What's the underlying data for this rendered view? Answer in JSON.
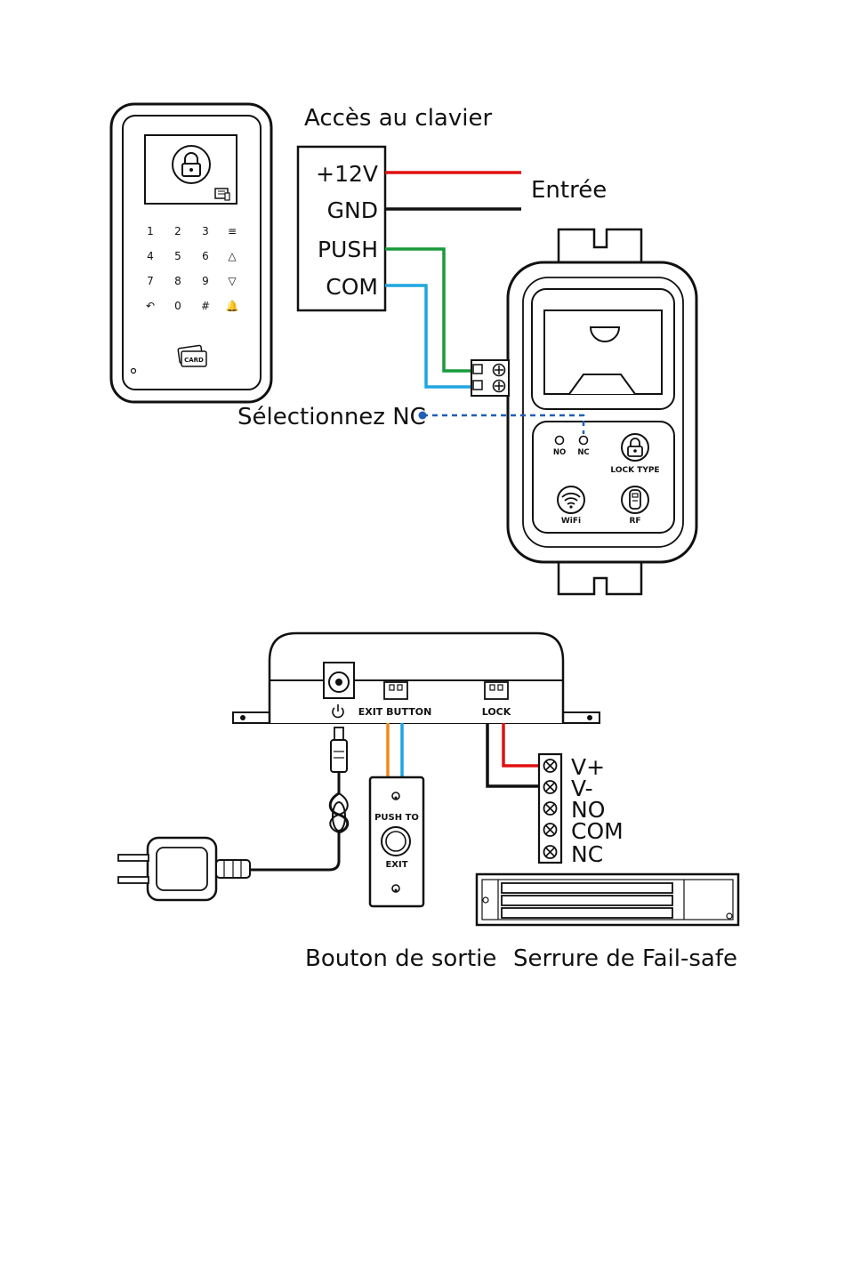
{
  "top": {
    "keypad_title": "Accès au clavier",
    "input_label": "Entrée",
    "select_label": "Sélectionnez NC",
    "terminals": [
      "+12V",
      "GND",
      "PUSH",
      "COM"
    ],
    "keypad_keys": [
      "1",
      "2",
      "3",
      "≡",
      "4",
      "5",
      "6",
      "△",
      "7",
      "8",
      "9",
      "▽",
      "↶",
      "0",
      "#",
      "🔔"
    ],
    "card_label": "CARD",
    "relay": {
      "no_label": "NO",
      "nc_label": "NC",
      "lock_type_label": "LOCK TYPE",
      "wifi_label": "WiFi",
      "rf_label": "RF"
    }
  },
  "bottom": {
    "exit_button_port": "EXIT BUTTON",
    "lock_port": "LOCK",
    "push_to": "PUSH TO",
    "exit": "EXIT",
    "lock_terminals": [
      "V+",
      "V-",
      "NO",
      "COM",
      "NC"
    ],
    "caption_exit": "Bouton de sortie",
    "caption_lock": "Serrure de Fail-safe"
  },
  "colors": {
    "red": "#e01010",
    "black": "#111111",
    "green": "#1a9a3a",
    "blue": "#1ea6e0",
    "orange": "#f08a1c",
    "dashed_blue": "#1f5fb4"
  }
}
